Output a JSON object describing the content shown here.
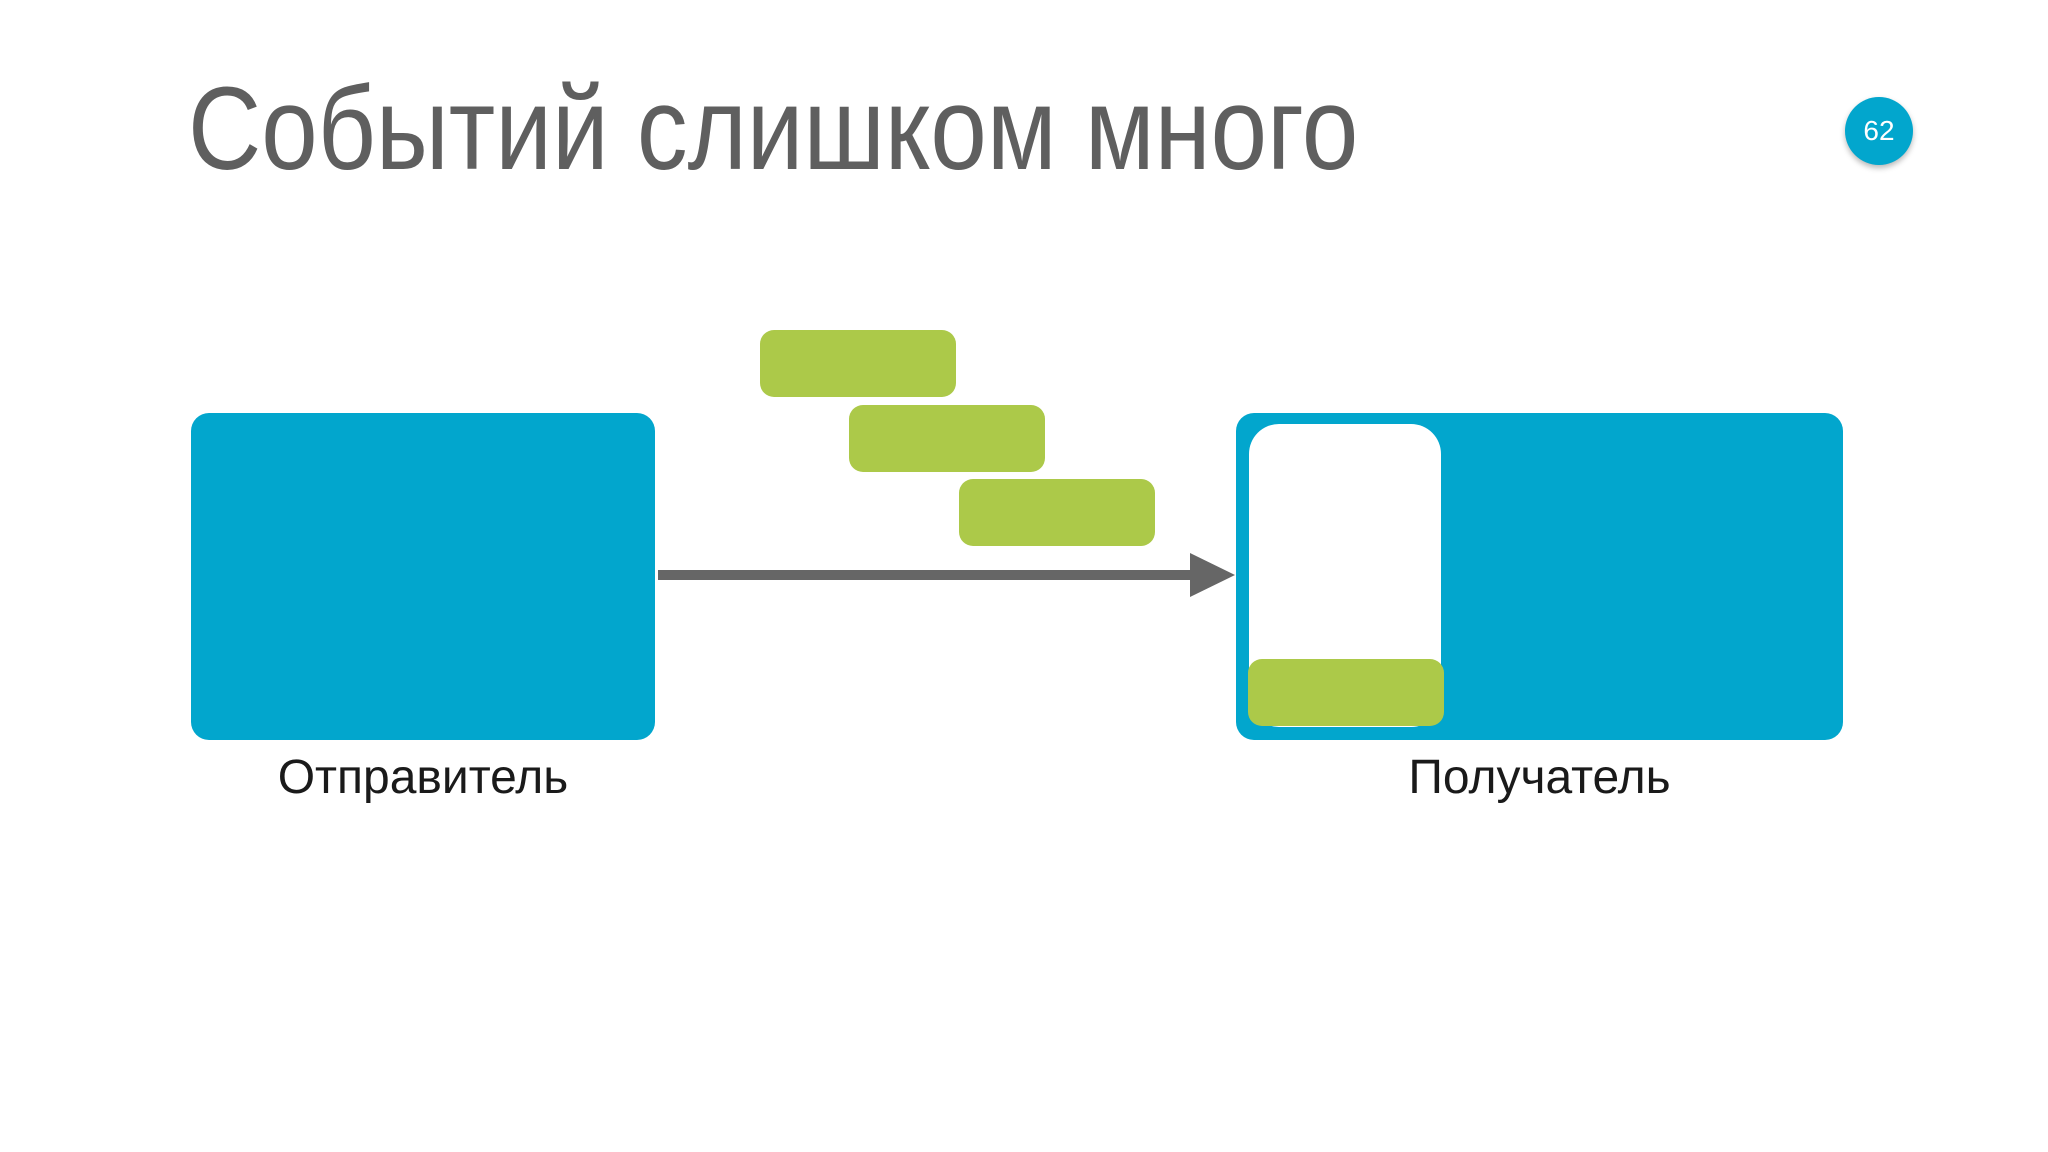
{
  "slide": {
    "title": "Событий слишком много",
    "page_number": "62"
  },
  "diagram": {
    "sender_label": "Отправитель",
    "receiver_label": "Получатель",
    "events_in_transit": 3,
    "events_in_receiver_queue": 1
  },
  "colors": {
    "box": "#02a6cd",
    "event": "#acc949",
    "arrow": "#666666",
    "title": "#5f5f5f",
    "badge": "#02a6cd"
  }
}
